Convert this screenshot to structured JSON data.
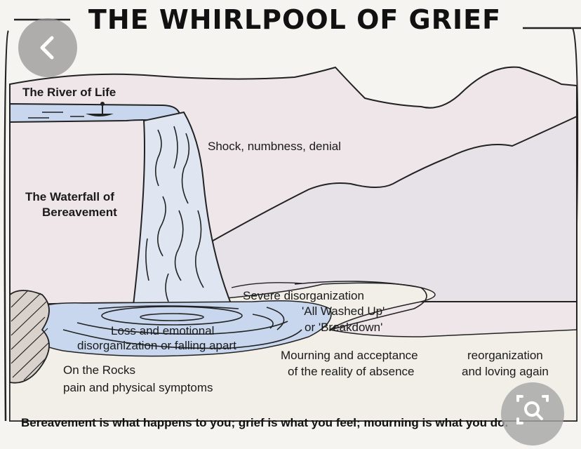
{
  "diagram": {
    "title": "THE WHIRLPOOL OF GRIEF",
    "labels": {
      "river": "The River of Life",
      "shock": "Shock, numbness, denial",
      "waterfall_line1": "The Waterfall of",
      "waterfall_line2": "Bereavement",
      "severe_line1": "Severe disorganization",
      "severe_line2": "'All Washed Up'",
      "severe_line3": "or 'Breakdown'",
      "loss_line1": "Loss and emotional",
      "loss_line2": "disorganization or falling apart",
      "mourning_line1": "Mourning and acceptance",
      "mourning_line2": "of the reality of absence",
      "reorg_line1": "reorganization",
      "reorg_line2": "and loving again",
      "rocks_line1": "On the Rocks",
      "rocks_line2": "pain and physical symptoms"
    },
    "caption": "Bereavement is what happens to you; grief is what you feel; mourning is what you do."
  },
  "overlay": {
    "back_icon": "chevron-left-icon",
    "lens_icon": "image-search-icon"
  },
  "colors": {
    "water": "#c9d7ee",
    "mountain": "#ece4ea",
    "rocks": "#d9d2cc",
    "ink": "#1a1a1a"
  }
}
